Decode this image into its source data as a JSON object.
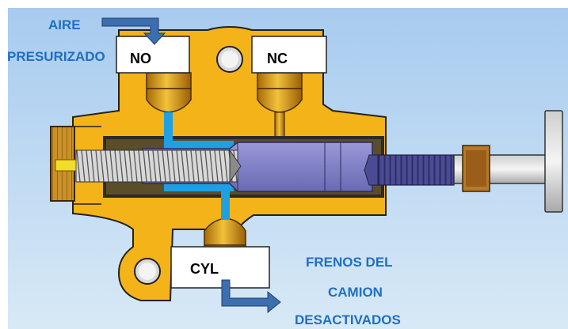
{
  "ports": {
    "no": "NO",
    "nc": "NC",
    "cyl": "CYL"
  },
  "annotations": {
    "supply_line1": "AIRE",
    "supply_line2": "PRESURIZADO",
    "output_line1": "FRENOS DEL",
    "output_line2": "CAMION",
    "output_line3": "DESACTIVADOS"
  },
  "colors": {
    "background_top": "#a9ccef",
    "background_bottom": "#d6e8f6",
    "body": "#f3b319",
    "air": "#1ea0e3",
    "spool": "#8484c8",
    "label_text": "#1f6fc3",
    "arrow": "#3b6fb0"
  }
}
